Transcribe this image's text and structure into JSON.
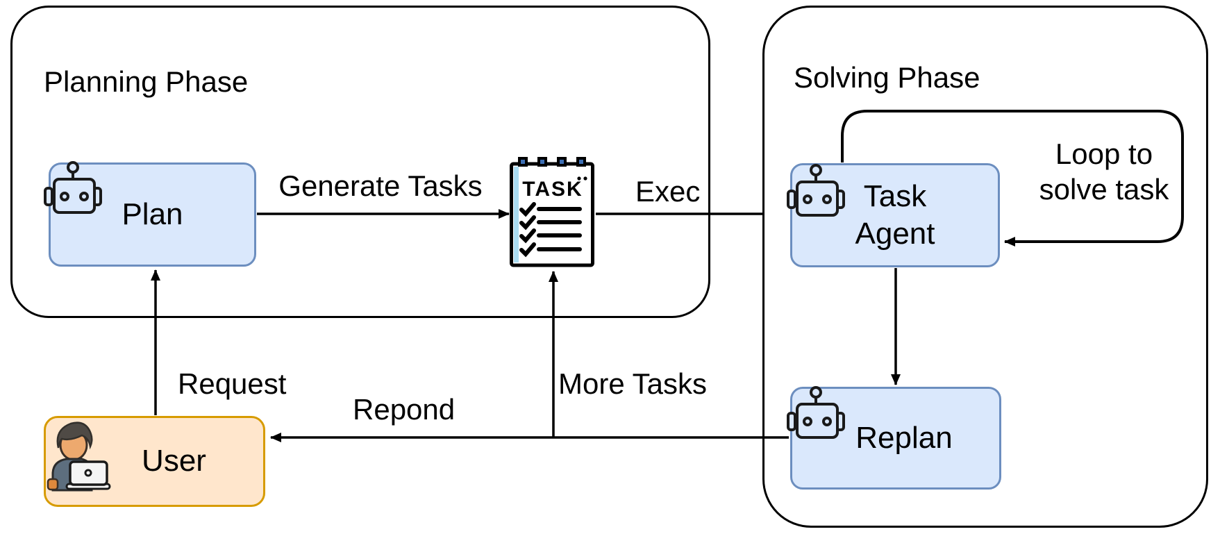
{
  "diagram": {
    "planning": {
      "title": "Planning Phase"
    },
    "solving": {
      "title": "Solving Phase"
    },
    "nodes": {
      "plan": {
        "label": "Plan"
      },
      "task_agent": {
        "label": "Task\nAgent"
      },
      "replan": {
        "label": "Replan"
      },
      "user": {
        "label": "User"
      },
      "task_list": {
        "title": "TASK",
        "checklist_rows": 4
      }
    },
    "edges": {
      "generate_tasks": {
        "label": "Generate Tasks"
      },
      "exec": {
        "label": "Exec"
      },
      "request": {
        "label": "Request"
      },
      "more_tasks": {
        "label": "More Tasks"
      },
      "respond": {
        "label": "Repond"
      },
      "loop": {
        "label": "Loop to\nsolve task"
      }
    },
    "colors": {
      "node_fill": "#dae8fc",
      "node_border": "#6c8ebf",
      "user_fill": "#ffe6cc",
      "user_border": "#d79b00",
      "container_border": "#000000",
      "line": "#000000",
      "task_stripe": "#aadcf2",
      "task_ring_accent": "#3d6fb4"
    }
  }
}
